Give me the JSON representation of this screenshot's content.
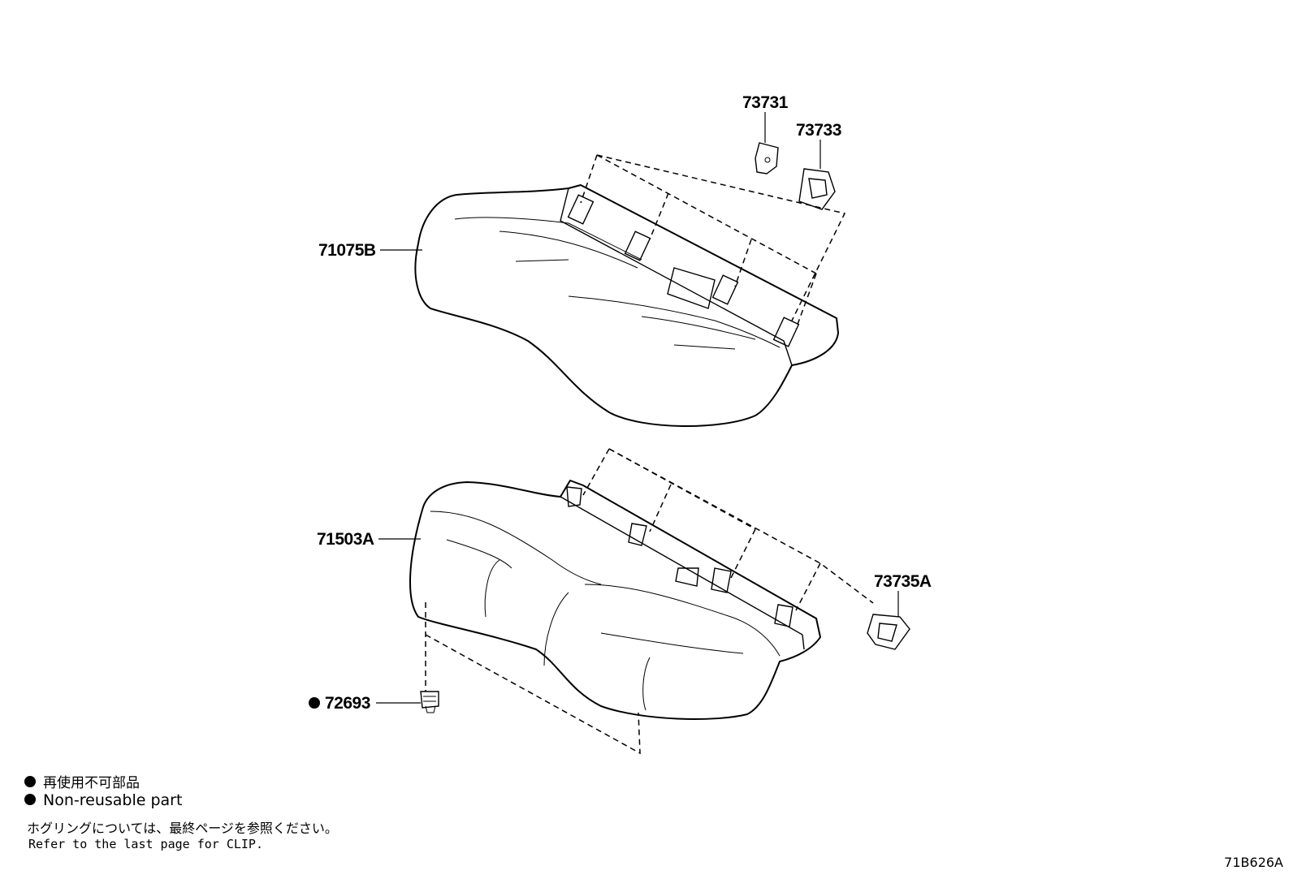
{
  "parts": {
    "p73731": "73731",
    "p73733": "73733",
    "p71075B": "71075B",
    "p71503A": "71503A",
    "p73735A": "73735A",
    "p72693": "72693"
  },
  "legend": {
    "jp_nonreusable": "再使用不可部品",
    "en_nonreusable": "Non-reusable part",
    "jp_clip_note": "ホグリングについては、最終ページを参照ください。",
    "en_clip_note": "Refer to the last page for CLIP."
  },
  "illustration_id": "71B626A"
}
